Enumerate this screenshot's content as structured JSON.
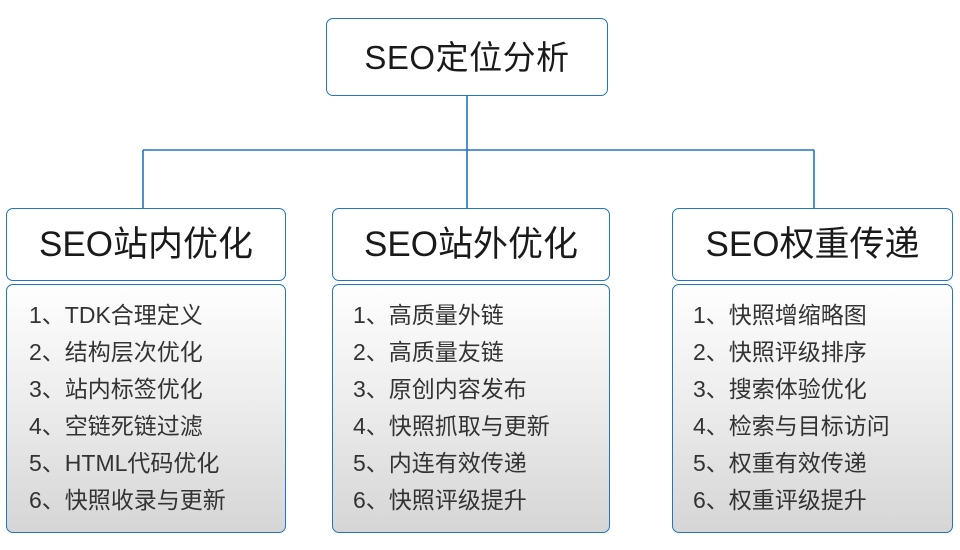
{
  "root": {
    "label": "SEO定位分析"
  },
  "columns": [
    {
      "header": "SEO站内优化",
      "items": [
        "1、TDK合理定义",
        "2、结构层次优化",
        "3、站内标签优化",
        "4、空链死链过滤",
        "5、HTML代码优化",
        "6、快照收录与更新"
      ]
    },
    {
      "header": "SEO站外优化",
      "items": [
        "1、高质量外链",
        "2、高质量友链",
        "3、原创内容发布",
        "4、快照抓取与更新",
        "5、内连有效传递",
        "6、快照评级提升"
      ]
    },
    {
      "header": "SEO权重传递",
      "items": [
        "1、快照增缩略图",
        "2、快照评级排序",
        "3、搜索体验优化",
        "4、检索与目标访问",
        "5、权重有效传递",
        "6、权重评级提升"
      ]
    }
  ],
  "colors": {
    "border": "#2176bd",
    "text": "#1a1a1a",
    "item_text": "#333333",
    "body_bg_top": "#fefefe",
    "body_bg_bottom": "#d6d6d6",
    "page_bg": "#ffffff"
  }
}
